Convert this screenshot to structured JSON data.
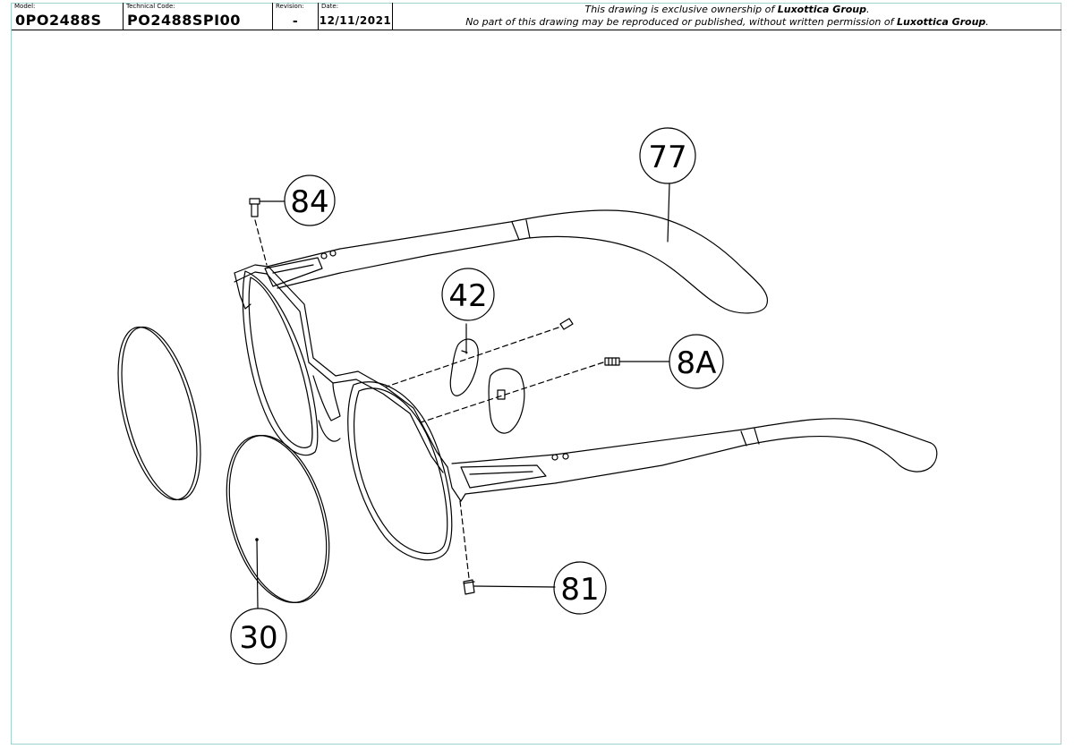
{
  "title_block": {
    "model_label": "Model:",
    "model_value": "0PO2488S",
    "technical_code_label": "Technical Code:",
    "technical_code_value": "PO2488SPI00",
    "revision_label": "Revision:",
    "revision_value": "-",
    "date_label": "Date:",
    "date_value": "12/11/2021",
    "notice_line1_prefix": "This drawing is exclusive ownership of ",
    "notice_line1_owner": "Luxottica Group",
    "notice_line1_suffix": ".",
    "notice_line2_prefix": "No part of this drawing may be reproduced or published, without written permission of ",
    "notice_line2_owner": "Luxottica Group",
    "notice_line2_suffix": "."
  },
  "callouts": {
    "c77": "77",
    "c84": "84",
    "c42": "42",
    "c8a": "8A",
    "c81": "81",
    "c30": "30"
  },
  "colors": {
    "frame_border": "#9fd3cf",
    "line": "#000000"
  }
}
